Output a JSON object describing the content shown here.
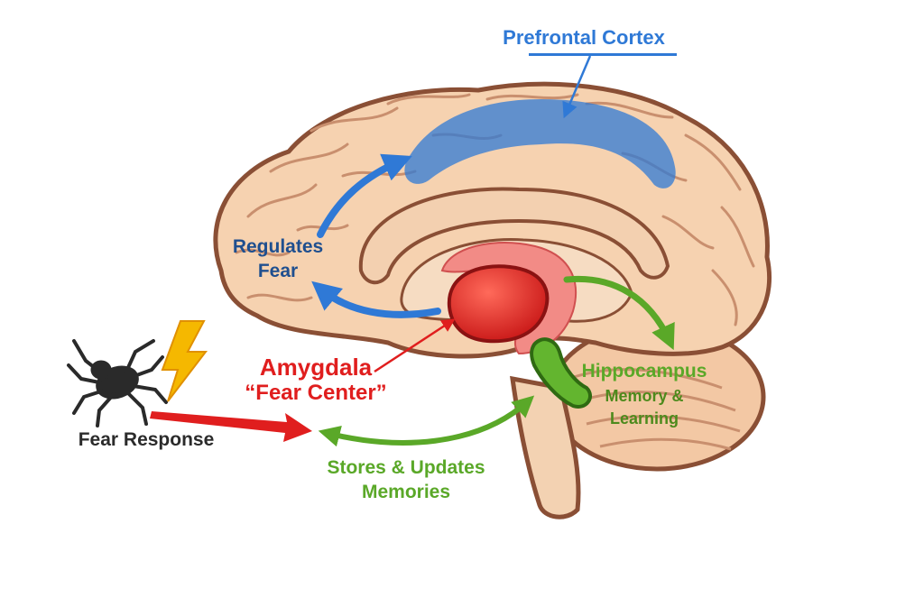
{
  "labels": {
    "prefrontal_cortex": "Prefrontal Cortex",
    "regulates_line1": "Regulates",
    "regulates_line2": "Fear",
    "amygdala_line1": "Amygdala",
    "amygdala_line2": "“Fear Center”",
    "fear_response": "Fear Response",
    "hippocampus": "Hippocampus",
    "hippocampus_sub1": "Memory &",
    "hippocampus_sub2": "Learning",
    "stores_line1": "Stores & Updates",
    "stores_line2": "Memories"
  },
  "icons": {
    "threat": "spider-icon",
    "alert": "lightning-bolt-icon"
  },
  "colors": {
    "blue": "#2f79d6",
    "navy": "#1f4f8f",
    "red": "#e01e1e",
    "green": "#5aa828",
    "dark_green": "#4d8a1c",
    "brain_fill": "#f6d2b0",
    "brain_outline": "#8a4f35",
    "text_dark": "#2b2b2b",
    "bolt": "#f5b800"
  }
}
